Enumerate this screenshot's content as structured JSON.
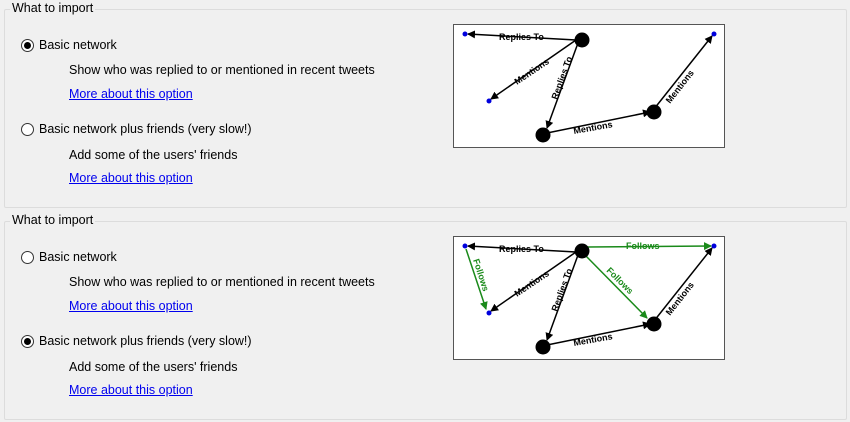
{
  "sections": [
    {
      "title": "What to import",
      "options": [
        {
          "label": "Basic network",
          "checked": true,
          "description": "Show who was replied to or mentioned in recent tweets",
          "link": "More about this option"
        },
        {
          "label": "Basic network plus friends (very slow!)",
          "checked": false,
          "description": "Add some of the users' friends",
          "link": "More about this option"
        }
      ],
      "diagram": {
        "edge_labels": {
          "replies_to_1": "Replies To",
          "replies_to_2": "Replies To",
          "mentions_1": "Mentions",
          "mentions_2": "Mentions",
          "mentions_3": "Mentions"
        }
      }
    },
    {
      "title": "What to import",
      "options": [
        {
          "label": "Basic network",
          "checked": false,
          "description": "Show who was replied to or mentioned in recent tweets",
          "link": "More about this option"
        },
        {
          "label": "Basic network plus friends (very slow!)",
          "checked": true,
          "description": "Add some of the users' friends",
          "link": "More about this option"
        }
      ],
      "diagram": {
        "edge_labels": {
          "replies_to_1": "Replies To",
          "replies_to_2": "Replies To",
          "mentions_1": "Mentions",
          "mentions_2": "Mentions",
          "mentions_3": "Mentions",
          "follows_1": "Follows",
          "follows_2": "Follows",
          "follows_3": "Follows"
        }
      }
    }
  ],
  "colors": {
    "node": "#000000",
    "small_node": "#0000dd",
    "follows": "#1a8a1a",
    "link": "#0000ee"
  }
}
